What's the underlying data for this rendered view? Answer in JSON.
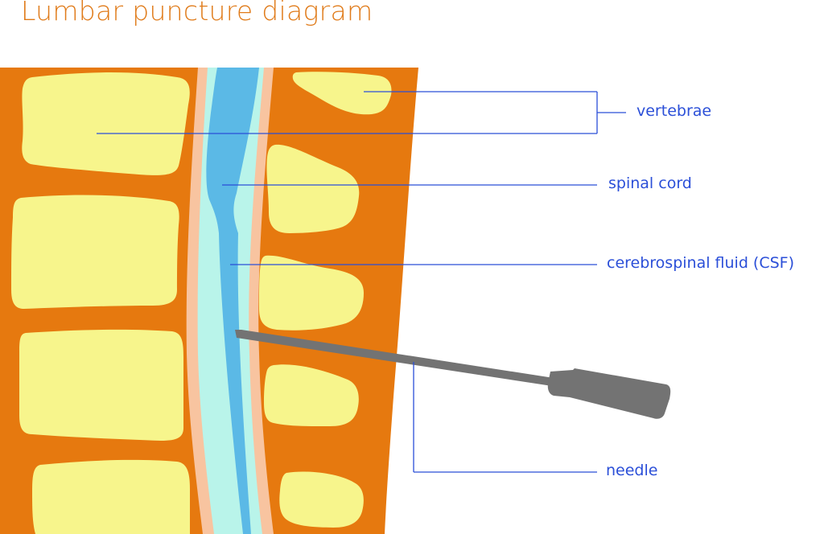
{
  "title": "Lumbar puncture diagram",
  "labels": {
    "vertebrae": "vertebrae",
    "spinal_cord": "spinal cord",
    "csf": "cerebrospinal fluid (CSF)",
    "needle": "needle"
  },
  "colors": {
    "title": "#e07b1a",
    "bone_outer": "#e6790f",
    "vertebral_body": "#f7f58c",
    "dura": "#f8c4a0",
    "csf_space": "#b9f4ea",
    "spinal_cord": "#5bb9e6",
    "needle": "#737373",
    "label_text": "#2b4fd8",
    "leader_line": "#2b4fd8"
  }
}
